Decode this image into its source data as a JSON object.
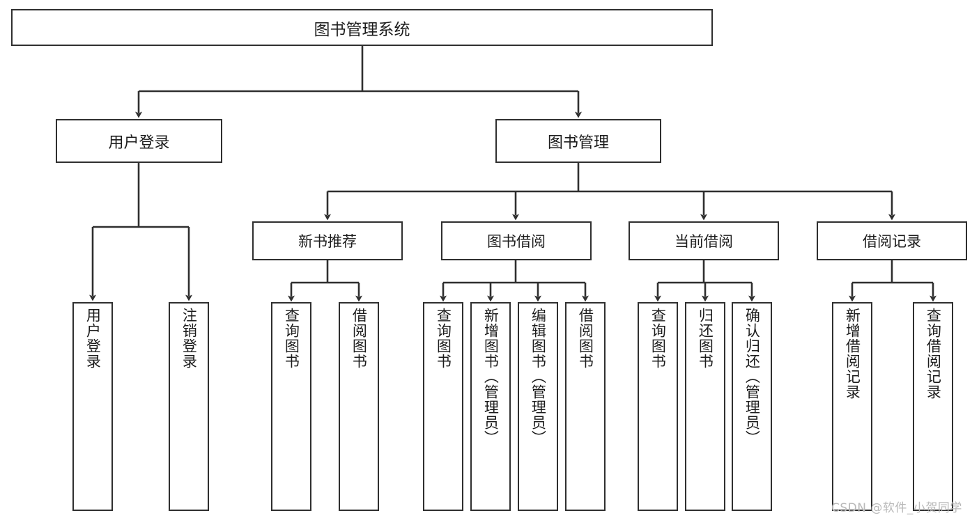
{
  "diagram": {
    "title": "图书管理系统",
    "type": "hierarchy-tree",
    "root": {
      "label": "图书管理系统"
    },
    "level1": [
      {
        "label": "用户登录"
      },
      {
        "label": "图书管理"
      }
    ],
    "level2": [
      {
        "label": "新书推荐"
      },
      {
        "label": "图书借阅"
      },
      {
        "label": "当前借阅"
      },
      {
        "label": "借阅记录"
      }
    ],
    "leaves": {
      "user_login": [
        {
          "label": "用户登录"
        },
        {
          "label": "注销登录"
        }
      ],
      "new_book_recommend": [
        {
          "label": "查询图书"
        },
        {
          "label": "借阅图书"
        }
      ],
      "book_borrow": [
        {
          "label": "查询图书"
        },
        {
          "label": "新增图书（管理员）"
        },
        {
          "label": "编辑图书（管理员）"
        },
        {
          "label": "借阅图书"
        }
      ],
      "current_borrow": [
        {
          "label": "查询图书"
        },
        {
          "label": "归还图书"
        },
        {
          "label": "确认归还（管理员）"
        }
      ],
      "borrow_record": [
        {
          "label": "新增借阅记录"
        },
        {
          "label": "查询借阅记录"
        }
      ]
    }
  },
  "watermark": {
    "text": "CSDN @软件_小贺同学"
  },
  "colors": {
    "stroke": "#2f2f2f",
    "fill": "#ffffff",
    "text": "#1c1c1c",
    "watermark": "#b9b9b9"
  }
}
